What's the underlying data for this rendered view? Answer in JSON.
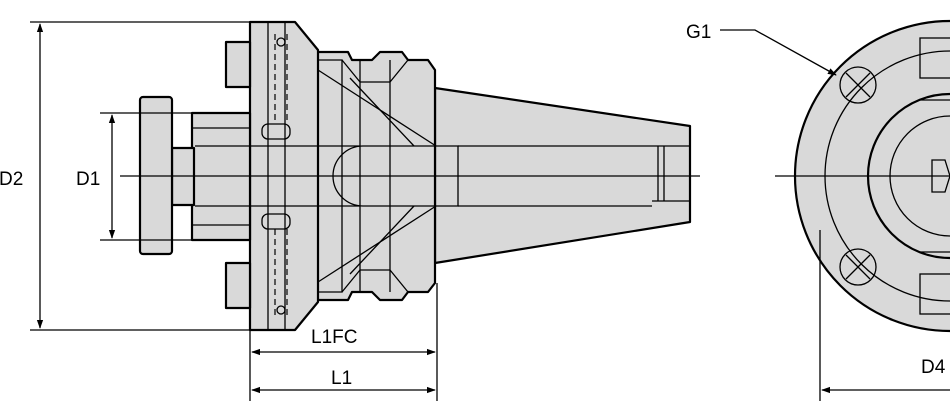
{
  "labels": {
    "d2": "D2",
    "d1": "D1",
    "l1fc": "L1FC",
    "l1": "L1",
    "g1": "G1",
    "d4": "D4"
  },
  "colors": {
    "fill": "#d9d9d9",
    "stroke": "#000000",
    "background": "#ffffff"
  }
}
